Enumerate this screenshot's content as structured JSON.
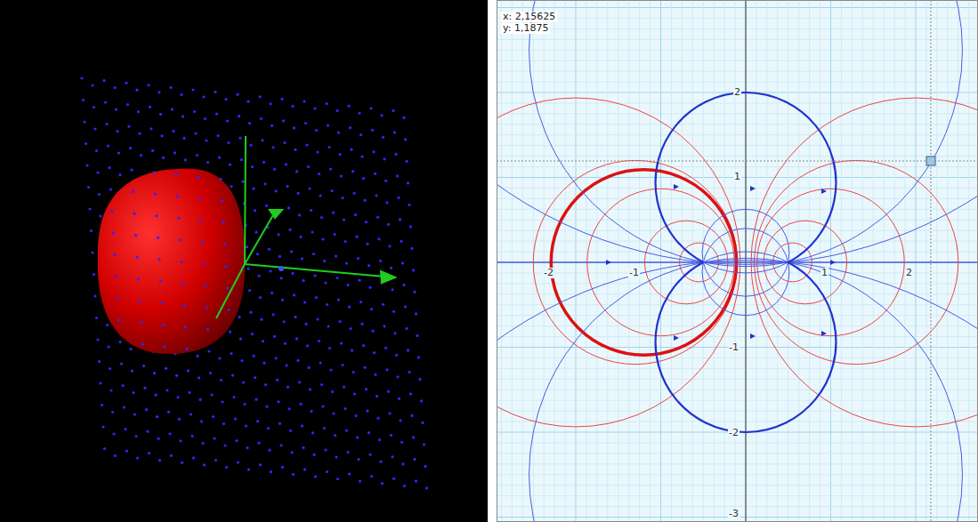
{
  "diagram": {
    "labels": [
      "x: 2,15625",
      "y: 1,1875",
      "-2",
      "-1",
      "1",
      "2",
      "2",
      "1",
      "-1",
      "-2",
      "-3"
    ]
  }
}
